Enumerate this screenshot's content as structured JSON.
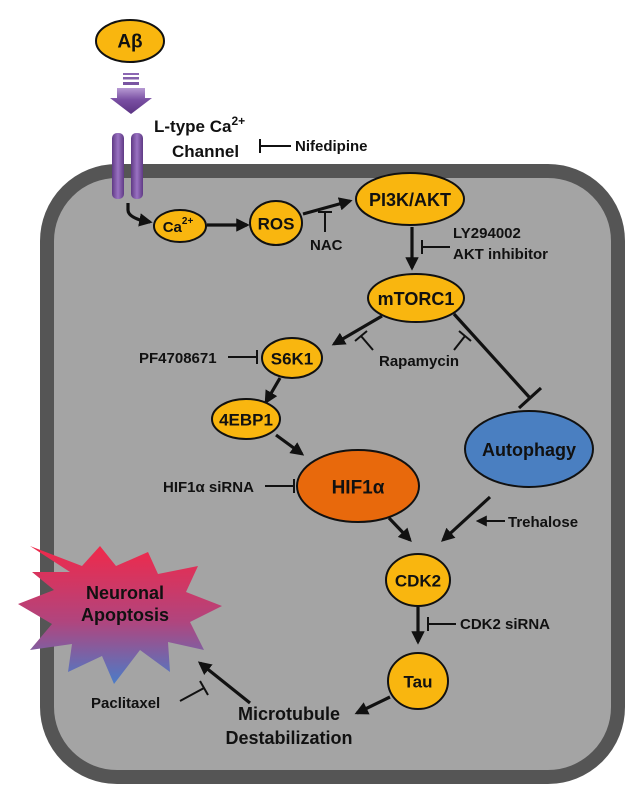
{
  "nodes": {
    "abeta": "Aβ",
    "ca": "Ca",
    "ca_sup": "2+",
    "ros": "ROS",
    "pi3k_akt": "PI3K/AKT",
    "mtorc1": "mTORC1",
    "s6k1": "S6K1",
    "ebp1": "4EBP1",
    "hif1a": "HIF1α",
    "autophagy": "Autophagy",
    "cdk2": "CDK2",
    "tau": "Tau",
    "apoptosis_line1": "Neuronal",
    "apoptosis_line2": "Apoptosis"
  },
  "channel_label": {
    "line1": "L-type Ca",
    "line1_sup": "2+",
    "line2": "Channel"
  },
  "inhibitors": {
    "nifedipine": "Nifedipine",
    "nac": "NAC",
    "ly294002": "LY294002",
    "akt_inhibitor": "AKT inhibitor",
    "pf4708671": "PF4708671",
    "rapamycin": "Rapamycin",
    "hif1a_sirna": "HIF1α siRNA",
    "trehalose": "Trehalose",
    "cdk2_sirna": "CDK2 siRNA",
    "paclitaxel": "Paclitaxel"
  },
  "outcome": {
    "line1": "Microtubule",
    "line2": "Destabilization"
  },
  "colors": {
    "node_fill": "#f9b60f",
    "node_stroke": "#111111",
    "hif1a_fill": "#e8690c",
    "autophagy_fill": "#4a7fc1",
    "cell_fill": "#a4a4a4",
    "cell_stroke": "#4f4f4f",
    "channel": "#7b4fa0",
    "big_arrow": "#6a3f8c"
  }
}
